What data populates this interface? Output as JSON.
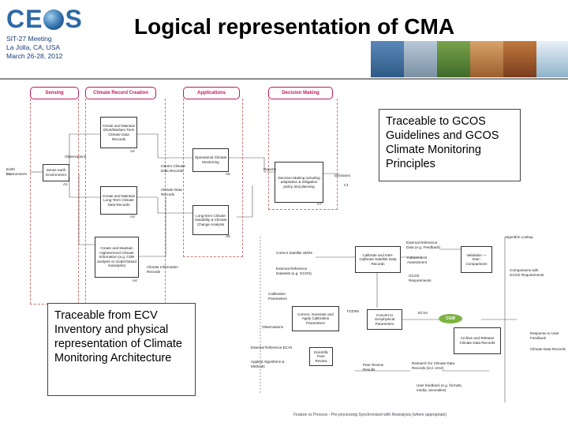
{
  "header": {
    "logo_text": "CE S",
    "meeting_lines": [
      "SIT-27 Meeting",
      "La Jolla, CA, USA",
      "March 26-28, 2012"
    ],
    "title": "Logical representation of CMA"
  },
  "colors": {
    "accent": "#c2185b",
    "brand": "#2d6aa7",
    "cgm": "#7cb342"
  },
  "lanes": [
    "Sensing",
    "Climate Record Creation",
    "Applications",
    "Decision Making"
  ],
  "left_diagram": {
    "boxes": [
      "Create and Maintain Short/Medium Term Climate Data Records",
      "Sense earth Environment",
      "Create and Maintain Long-Term Climate Data Records",
      "Create and Maintain Highest-level Climate Information (e.g. CDR analysis or model-based reanalysis)",
      "Operational Climate Monitoring",
      "Long-term Climate Variability & Climate Change Analysis",
      "Decision-Making including adaptation & mitigation policy and planning"
    ],
    "labels": [
      "Observations",
      "Earth Environment",
      "Interim Climate Data Records",
      "Climate Data Records",
      "Climate Information Records",
      "Reports",
      "Decisions"
    ],
    "ids": [
      "A2",
      "A1",
      "A3",
      "A4",
      "A5",
      "A6",
      "A7",
      "C1"
    ]
  },
  "right_diagram": {
    "labels": [
      "Algorithm Lookup",
      "External Reference Data (e.g. Feedback)",
      "Correct Satellite SDRs",
      "External Reference Datasets (e.g. GCOS)",
      "Calibrate and Inter-Calibrate Satellite Data Records",
      "Independent Assessment",
      "Validation — Inter-Comparisons",
      "GCOS Requirements",
      "Comparisons with GCOS Requirements",
      "Calibration Parameters",
      "Correct, Generate and Apply Calibration Parameters",
      "FCDRs",
      "Convert to Geophysical Parameters",
      "ECVs",
      "Observations",
      "Archive and Release Climate Data Records",
      "Response to User Feedback",
      "Climate Data Records",
      "External Reference ECVs",
      "Scientific Peer Review",
      "Applied Algorithms & Methods",
      "Peer Review Results",
      "Research for Climate Data Records (incl. error)",
      "User feedback (e.g. formats, media, anomalies)"
    ],
    "badge": "CGM"
  },
  "callouts": {
    "gcos": "Traceable to GCOS Guidelines and GCOS Climate Monitoring Principles",
    "ecv": "Traceable from ECV Inventory and physical representation of Climate Monitoring Architecture"
  },
  "caption": "Feature vs Process - Pre-processing Synchronised with Reanalysis (where appropriate)"
}
